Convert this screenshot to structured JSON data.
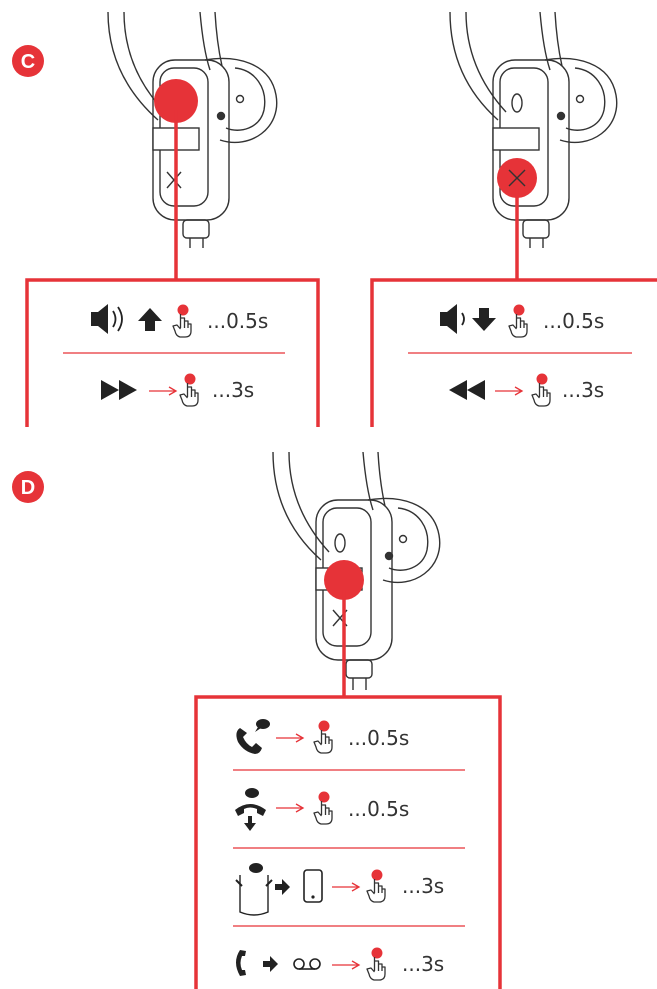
{
  "sections": [
    {
      "badge": "C",
      "panels": [
        {
          "rows": [
            {
              "icons": [
                "volume-up-icon",
                "arrow-up-icon",
                "press-hand-icon"
              ],
              "duration": "...0.5s"
            },
            {
              "icons": [
                "fast-forward-icon",
                "arrow-right-icon",
                "press-hand-icon"
              ],
              "duration": "...3s"
            }
          ]
        },
        {
          "rows": [
            {
              "icons": [
                "volume-down-icon",
                "arrow-down-icon",
                "press-hand-icon"
              ],
              "duration": "...0.5s"
            },
            {
              "icons": [
                "rewind-icon",
                "arrow-right-icon",
                "press-hand-icon"
              ],
              "duration": "...3s"
            }
          ]
        }
      ]
    },
    {
      "badge": "D",
      "panels": [
        {
          "rows": [
            {
              "icons": [
                "answer-call-icon",
                "arrow-right-icon",
                "press-hand-icon"
              ],
              "duration": "...0.5s"
            },
            {
              "icons": [
                "end-call-icon",
                "arrow-right-icon",
                "press-hand-icon"
              ],
              "duration": "...0.5s"
            },
            {
              "icons": [
                "voice-assistant-icon",
                "arrow-icon",
                "phone-icon",
                "arrow-right-icon",
                "press-hand-icon"
              ],
              "duration": "...3s"
            },
            {
              "icons": [
                "call-icon",
                "arrow-icon",
                "voicemail-icon",
                "arrow-right-icon",
                "press-hand-icon"
              ],
              "duration": "...3s"
            }
          ]
        }
      ]
    }
  ],
  "colors": {
    "accent": "#e63338",
    "line": "#333333",
    "text": "#333333"
  }
}
